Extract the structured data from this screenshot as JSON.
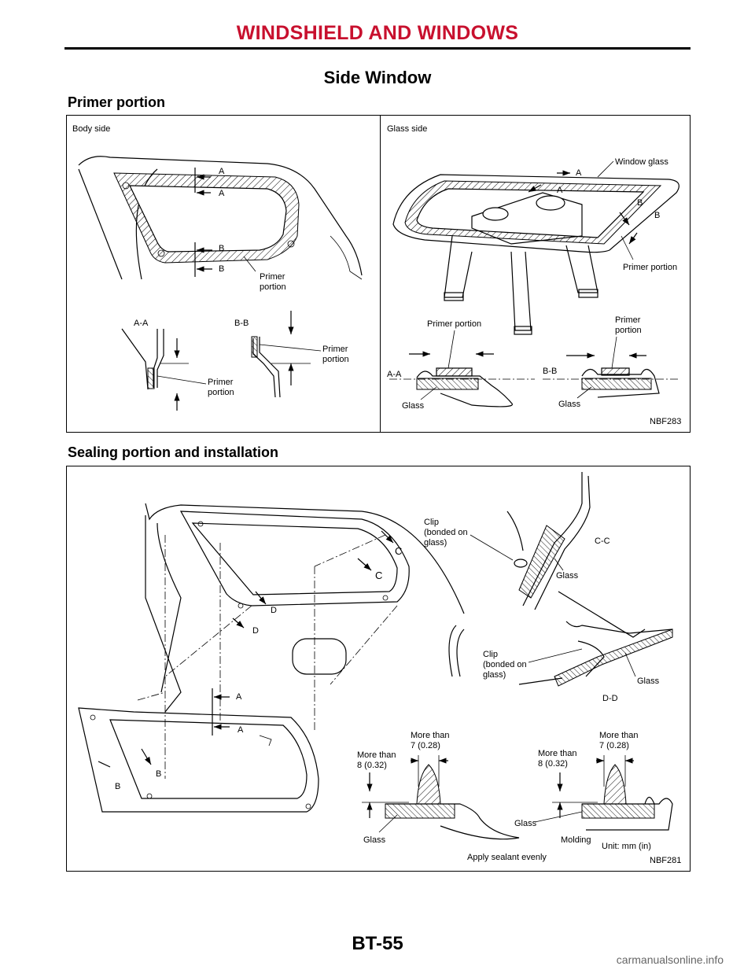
{
  "header": {
    "title": "WINDSHIELD AND WINDOWS"
  },
  "page": {
    "title": "Side Window",
    "number": "BT-55"
  },
  "watermark": "carmanualsonline.info",
  "section1": {
    "title": "Primer portion",
    "figure_code": "NBF283",
    "left_panel": {
      "heading": "Body side",
      "labels": {
        "a1": "A",
        "a2": "A",
        "b1": "B",
        "b2": "B",
        "primer": "Primer\nportion",
        "aa": "A-A",
        "bb": "B-B",
        "primer_aa": "Primer\nportion",
        "primer_bb": "Primer\nportion"
      }
    },
    "right_panel": {
      "heading": "Glass side",
      "labels": {
        "a1": "A",
        "a2": "A",
        "b1": "B",
        "b2": "B",
        "window_glass": "Window glass",
        "primer": "Primer portion",
        "aa": "A-A",
        "bb": "B-B",
        "primer_aa": "Primer portion",
        "primer_bb": "Primer\nportion",
        "glass_aa": "Glass",
        "glass_bb": "Glass"
      }
    }
  },
  "section2": {
    "title": "Sealing portion and installation",
    "figure_code": "NBF281",
    "labels": {
      "clip1": "Clip\n(bonded on\nglass)",
      "cc": "C-C",
      "glass_cc": "Glass",
      "c1": "C",
      "c2": "C",
      "d1": "D",
      "d2": "D",
      "clip2": "Clip\n(bonded on\nglass)",
      "glass_dd": "Glass",
      "dd": "D-D",
      "a1": "A",
      "a2": "A",
      "b1": "B",
      "b2": "B",
      "more8_l": "More than\n8 (0.32)",
      "more7_l": "More than\n7 (0.28)",
      "more8_r": "More than\n8 (0.32)",
      "more7_r": "More than\n7 (0.28)",
      "glass_l": "Glass",
      "glass_r": "Glass",
      "molding": "Molding",
      "sealant": "Apply sealant evenly",
      "unit": "Unit: mm (in)"
    }
  }
}
